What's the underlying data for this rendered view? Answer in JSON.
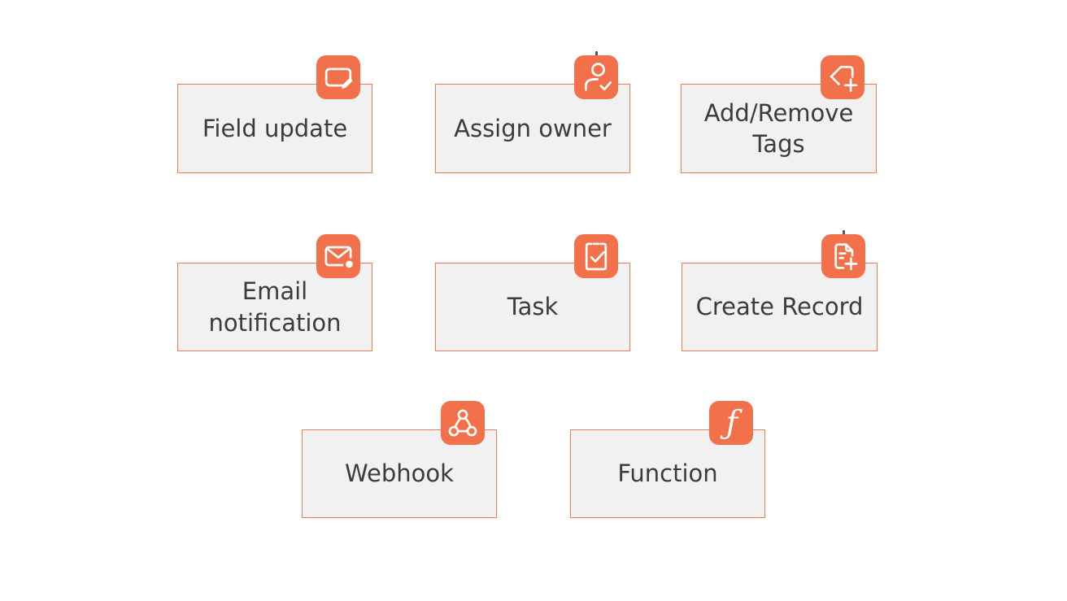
{
  "colors": {
    "badge_orange": "#F2714A",
    "card_border": "#F27C50",
    "card_fill": "#F1F1F1",
    "label_text": "#3C3C3C",
    "icon_color": "#FFFFFF",
    "background": "#FFFFFF"
  },
  "cards": [
    {
      "label": "Field update",
      "icon": "field-update-icon"
    },
    {
      "label": "Assign owner",
      "icon": "assign-owner-icon"
    },
    {
      "label": "Add/Remove Tags",
      "icon": "add-remove-tags-icon"
    },
    {
      "label": "Email notification",
      "icon": "email-notification-icon"
    },
    {
      "label": "Task",
      "icon": "task-icon"
    },
    {
      "label": "Create Record",
      "icon": "create-record-icon"
    },
    {
      "label": "Webhook",
      "icon": "webhook-icon"
    },
    {
      "label": "Function",
      "icon": "function-icon",
      "glyph": "ƒ"
    }
  ]
}
